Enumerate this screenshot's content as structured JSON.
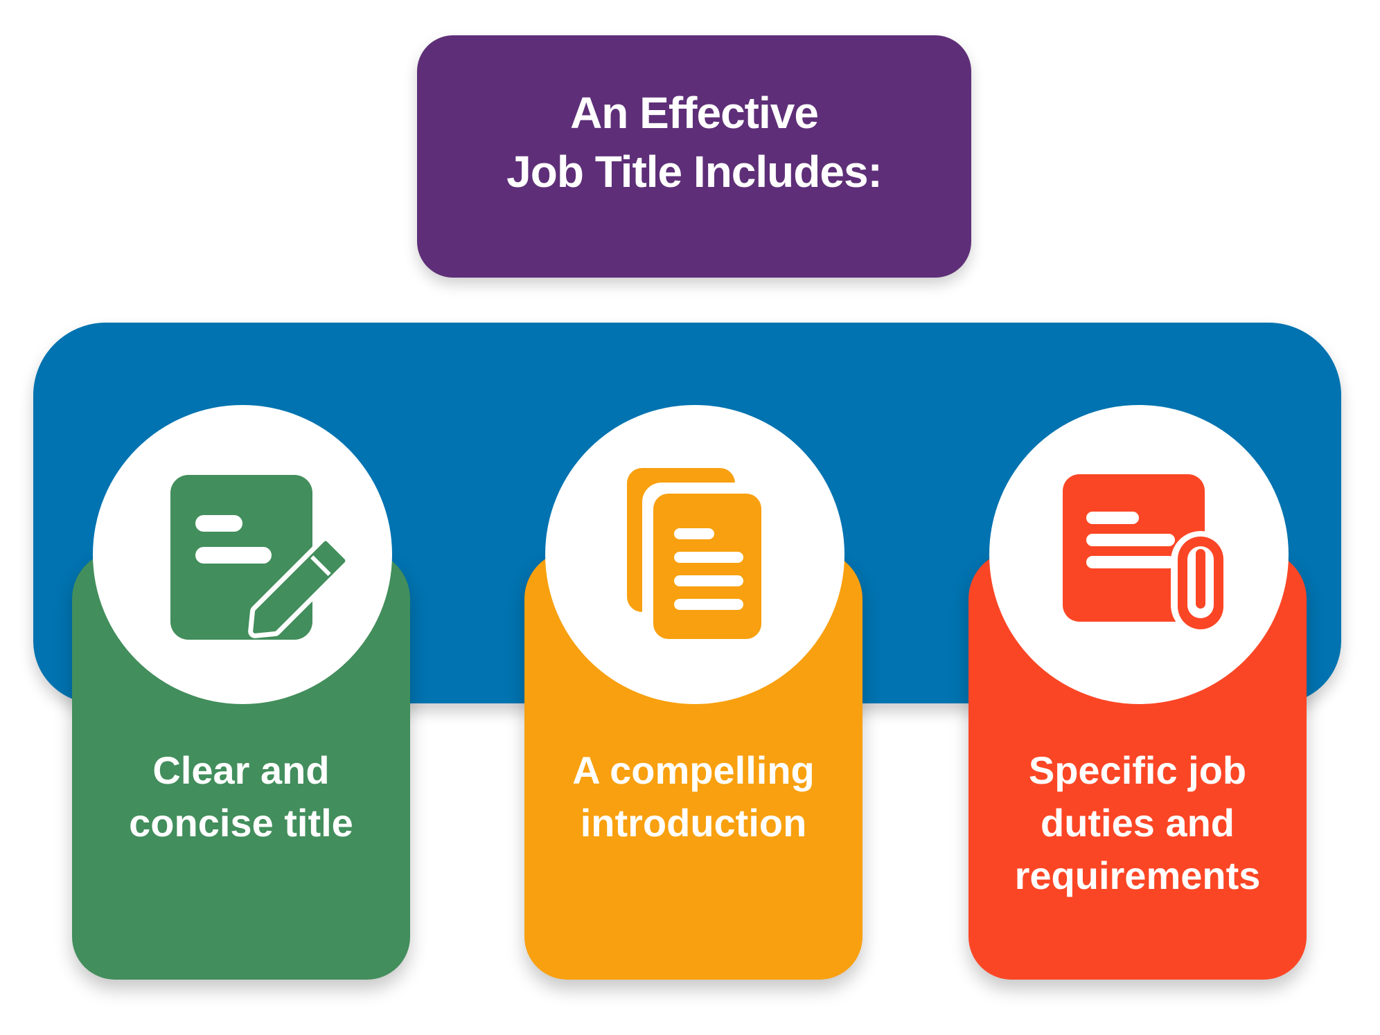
{
  "title": {
    "line1": "An Effective",
    "line2": "Job Title Includes:"
  },
  "items": [
    {
      "label_line1": "Clear and",
      "label_line2": "concise title",
      "icon": "document-pencil-icon",
      "color": "#428e5c"
    },
    {
      "label_line1": "A compelling",
      "label_line2": "introduction",
      "icon": "documents-copy-icon",
      "color": "#f8a00f"
    },
    {
      "label_line1": "Specific job",
      "label_line2": "duties and",
      "label_line3": "requirements",
      "icon": "document-attachment-icon",
      "color": "#fb4625"
    }
  ],
  "colors": {
    "title_bg": "#5e2f78",
    "band_bg": "#0073b0"
  }
}
